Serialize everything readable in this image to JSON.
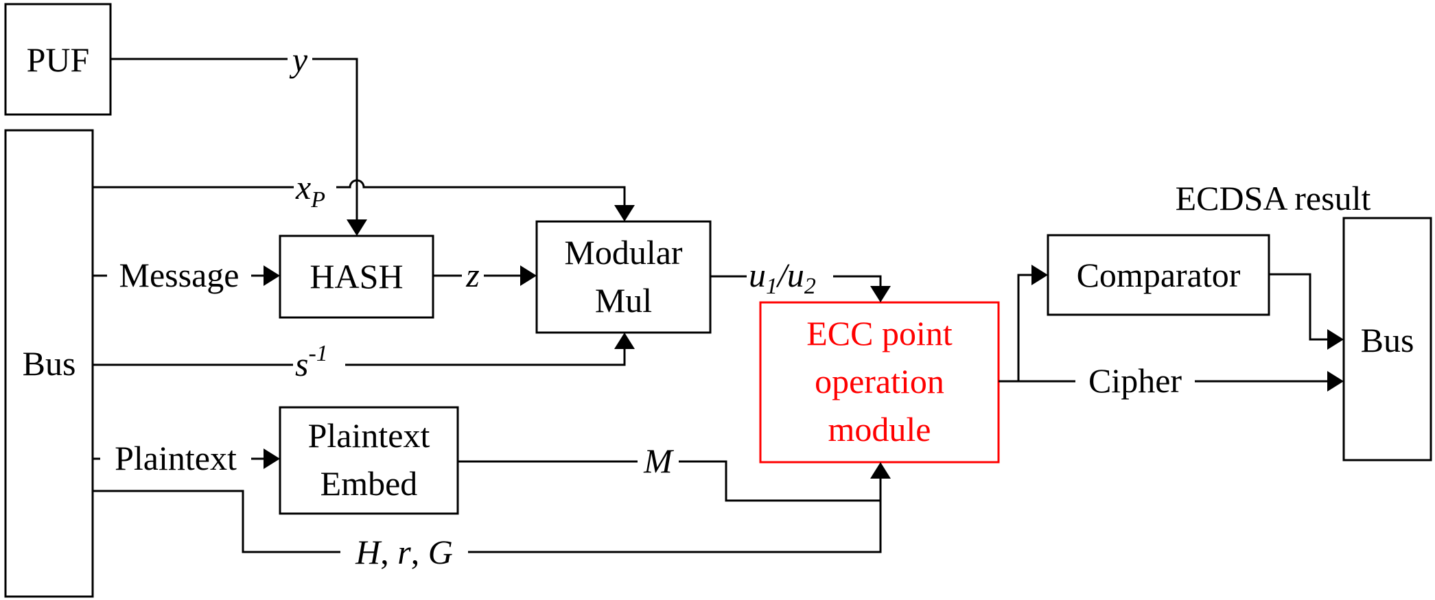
{
  "blocks": {
    "puf": "PUF",
    "bus_left": "Bus",
    "hash": "HASH",
    "modmul_line1": "Modular",
    "modmul_line2": "Mul",
    "plaintext_embed_line1": "Plaintext",
    "plaintext_embed_line2": "Embed",
    "ecc_line1": "ECC point",
    "ecc_line2": "operation",
    "ecc_line3": "module",
    "comparator": "Comparator",
    "bus_right": "Bus"
  },
  "signals": {
    "y": "y",
    "xp_base": "x",
    "xp_sub": "P",
    "message": "Message",
    "z": "z",
    "u_1": "u",
    "u_1_sub": "1",
    "u_slash": "/",
    "u_2": "u",
    "u_2_sub": "2",
    "s_base": "s",
    "s_sup": "-1",
    "plaintext": "Plaintext",
    "m": "M",
    "h": "H",
    "comma1": ", ",
    "r": "r",
    "comma2": ", ",
    "g": "G",
    "cipher": "Cipher",
    "ecdsa_result": "ECDSA result"
  },
  "colors": {
    "ecc_module": "#ff0000",
    "default": "#000000"
  }
}
